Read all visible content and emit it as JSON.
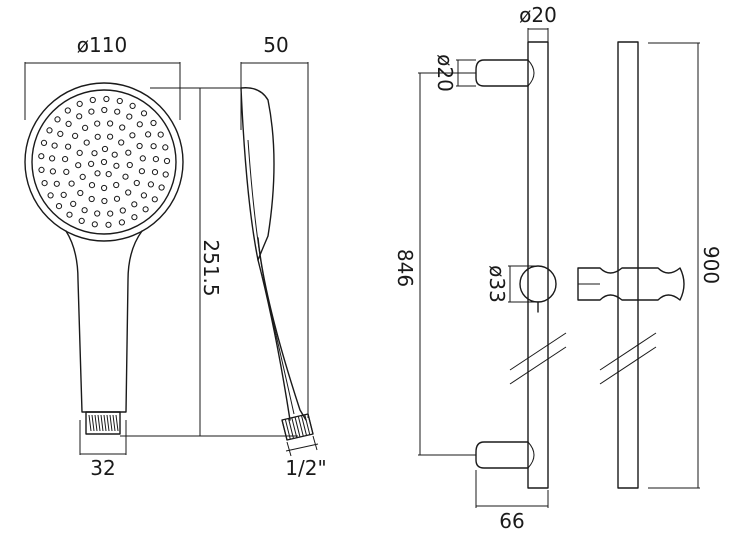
{
  "dimensions": {
    "head_diameter": "ø110",
    "head_depth": "50",
    "handset_length": "251.5",
    "connector_width": "32",
    "thread_size": "1/2\"",
    "rail_diameter": "ø20",
    "bracket_diameter": "ø20",
    "slider_diameter": "ø33",
    "bracket_centres": "846",
    "rail_length": "900",
    "wall_projection": "66"
  }
}
